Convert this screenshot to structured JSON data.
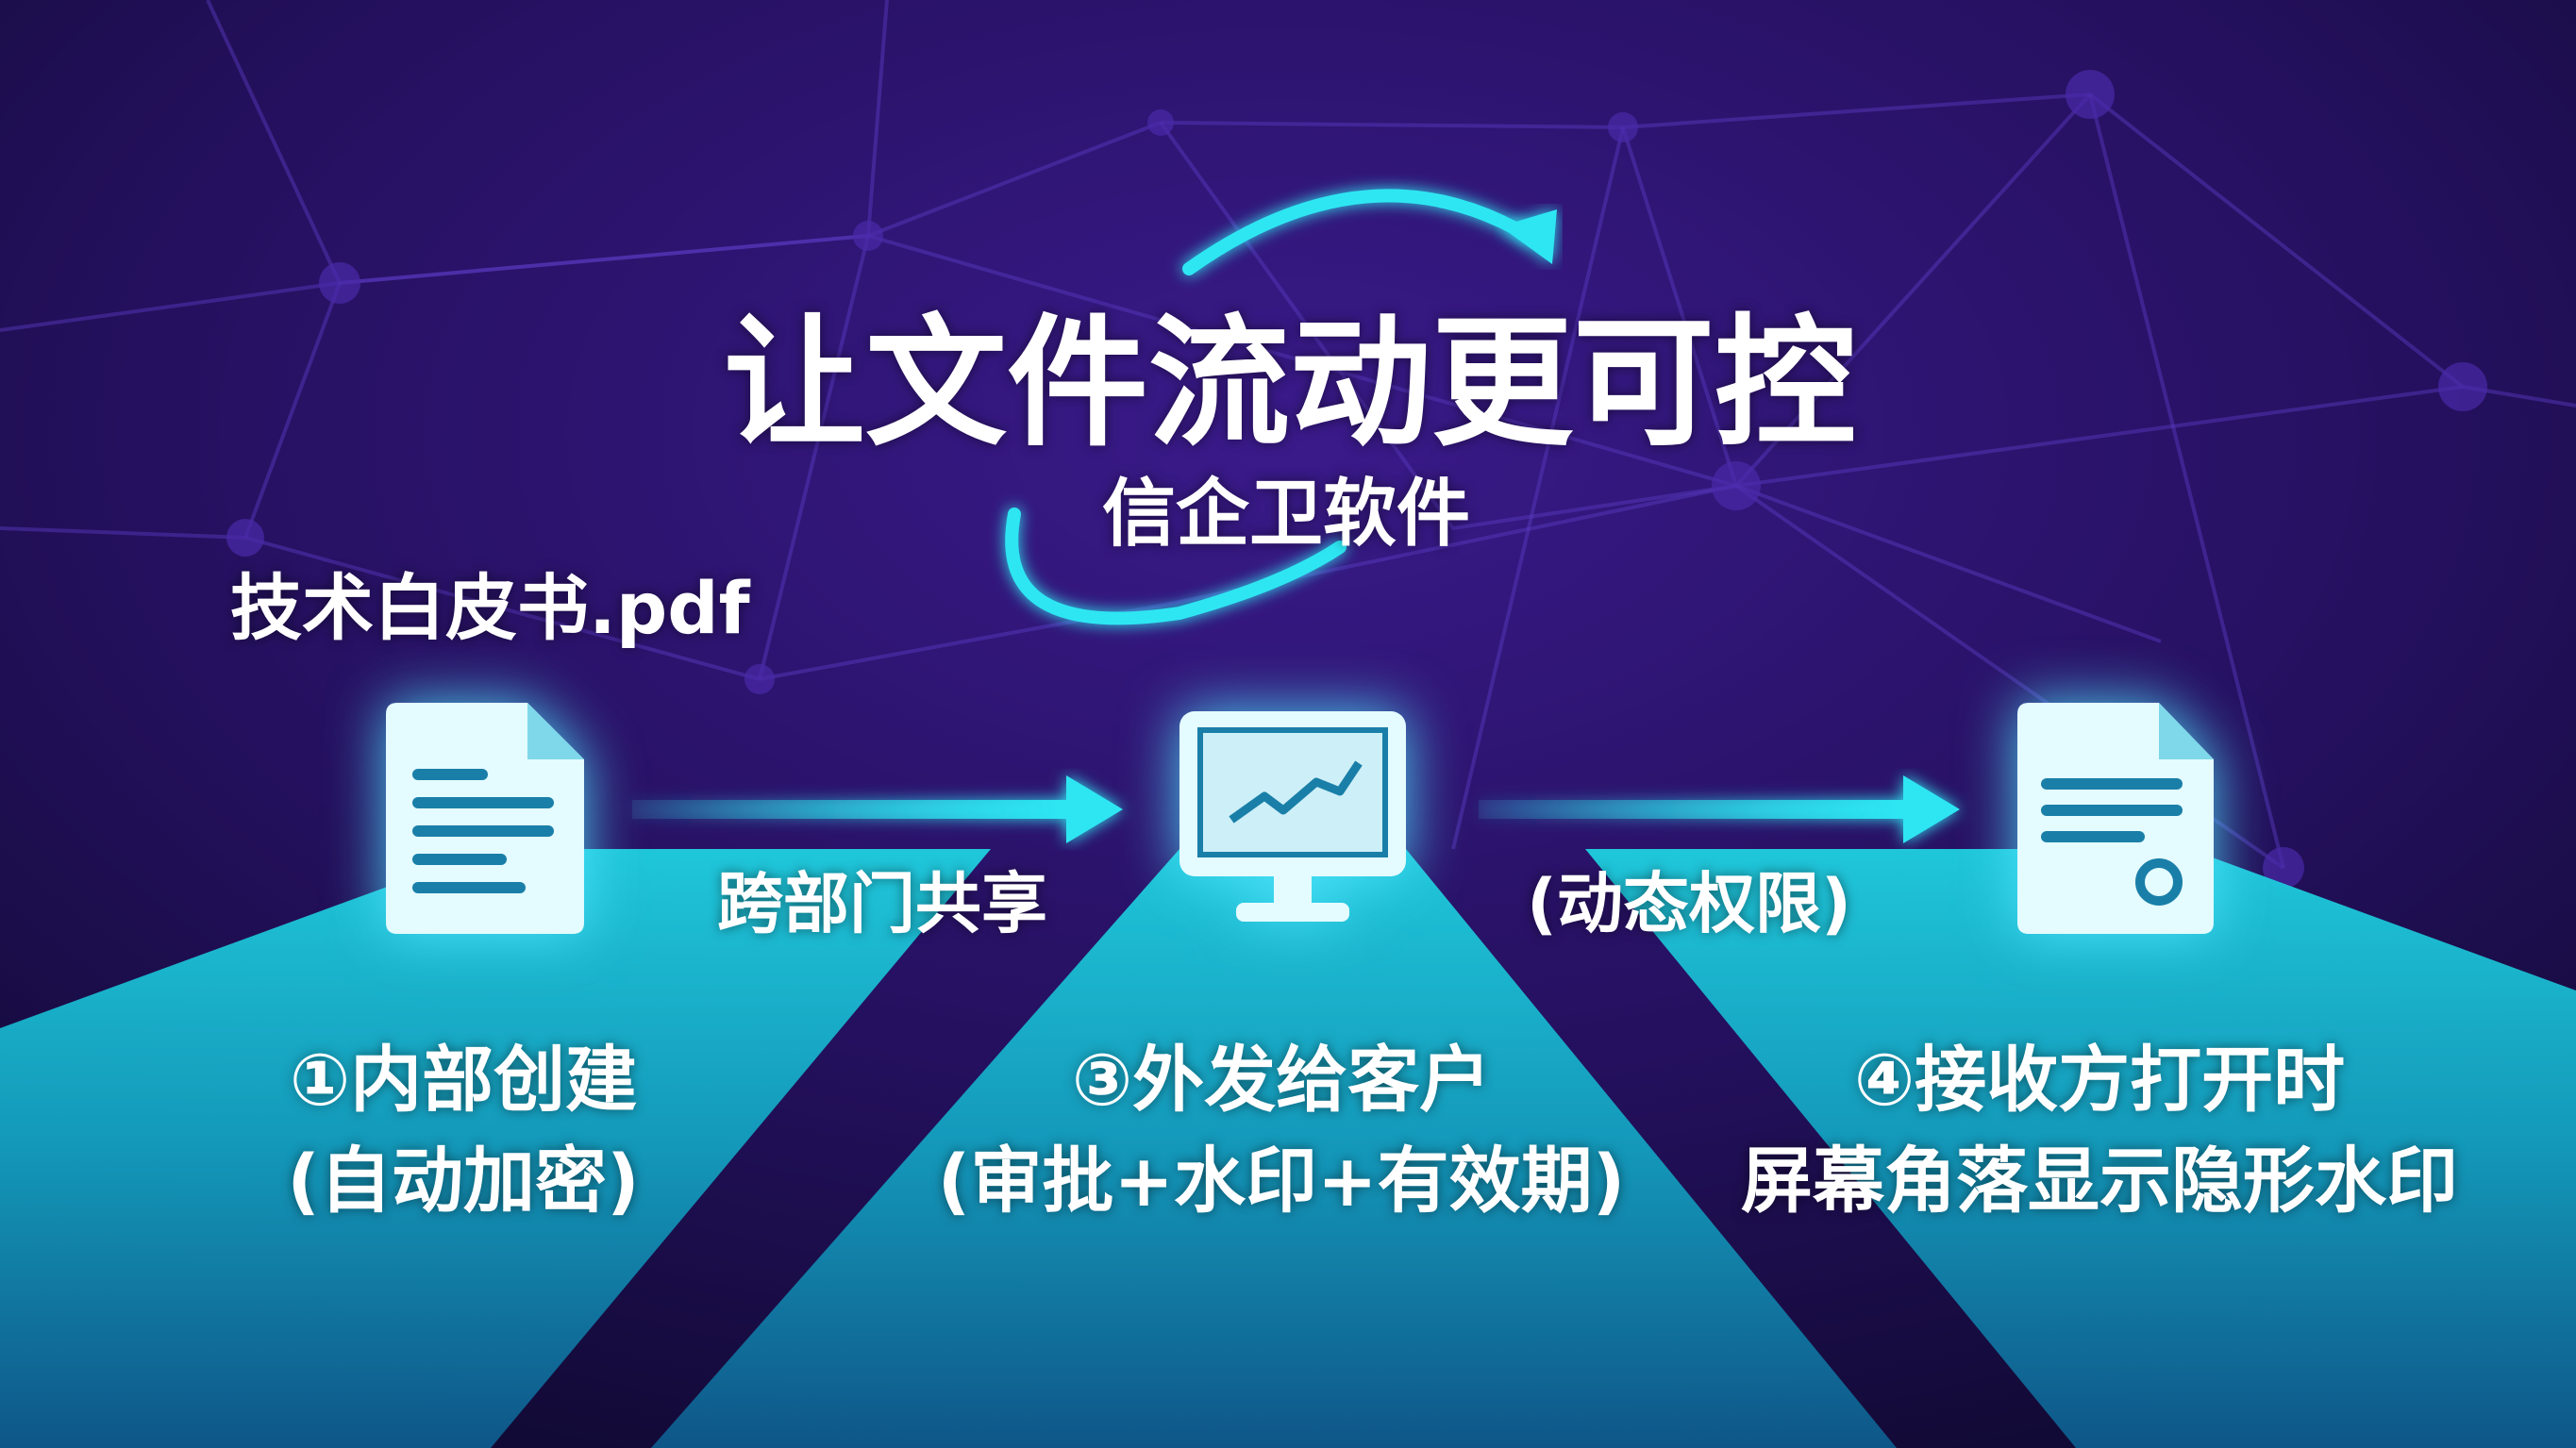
{
  "title": "让文件流动更可控",
  "subtitle": "信企卫软件",
  "file_name": "技术白皮书.pdf",
  "arrows": [
    {
      "label": "跨部门共享"
    },
    {
      "label": "(动态权限)"
    }
  ],
  "steps": [
    {
      "icon": "document-icon",
      "line1": "①内部创建",
      "line2": "(自动加密)"
    },
    {
      "icon": "monitor-chart-icon",
      "line1": "③外发给客户",
      "line2": "(审批+水印+有效期)"
    },
    {
      "icon": "document-seal-icon",
      "line1": "④接收方打开时",
      "line2": "屏幕角落显示隐形水印"
    }
  ],
  "colors": {
    "background": "#1a0f4a",
    "accent": "#2de6f2",
    "floor": "#14a9c4"
  }
}
